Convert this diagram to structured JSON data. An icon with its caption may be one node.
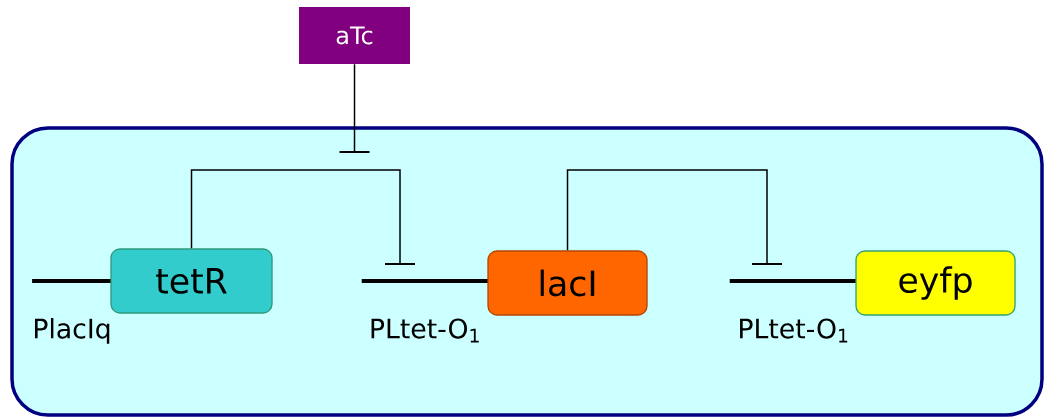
{
  "diagram": {
    "nodes": [
      {
        "text": [
          "aTc"
        ]
      },
      {
        "text": [],
        "shape": "box"
      },
      {
        "text": [
          "PlacIq"
        ],
        "in": 1
      },
      {
        "text": [
          "tetR"
        ],
        "in": 1
      },
      {
        "text": [
          "PLtet-O$_{1}$"
        ],
        "in": 1
      },
      {
        "text": [
          "lacI"
        ],
        "in": 1
      },
      {
        "text": [
          "PLtet-O$_{1}$"
        ],
        "in": 1
      },
      {
        "text": [
          "eyfp"
        ],
        "in": 1
      }
    ],
    "edges": [
      {
        "from": 0,
        "to": null,
        "arrow": "other"
      },
      {
        "from": 3,
        "to": 4,
        "arrow": "other"
      },
      {
        "from": 5,
        "to": 6,
        "arrow": "other"
      }
    ]
  }
}
